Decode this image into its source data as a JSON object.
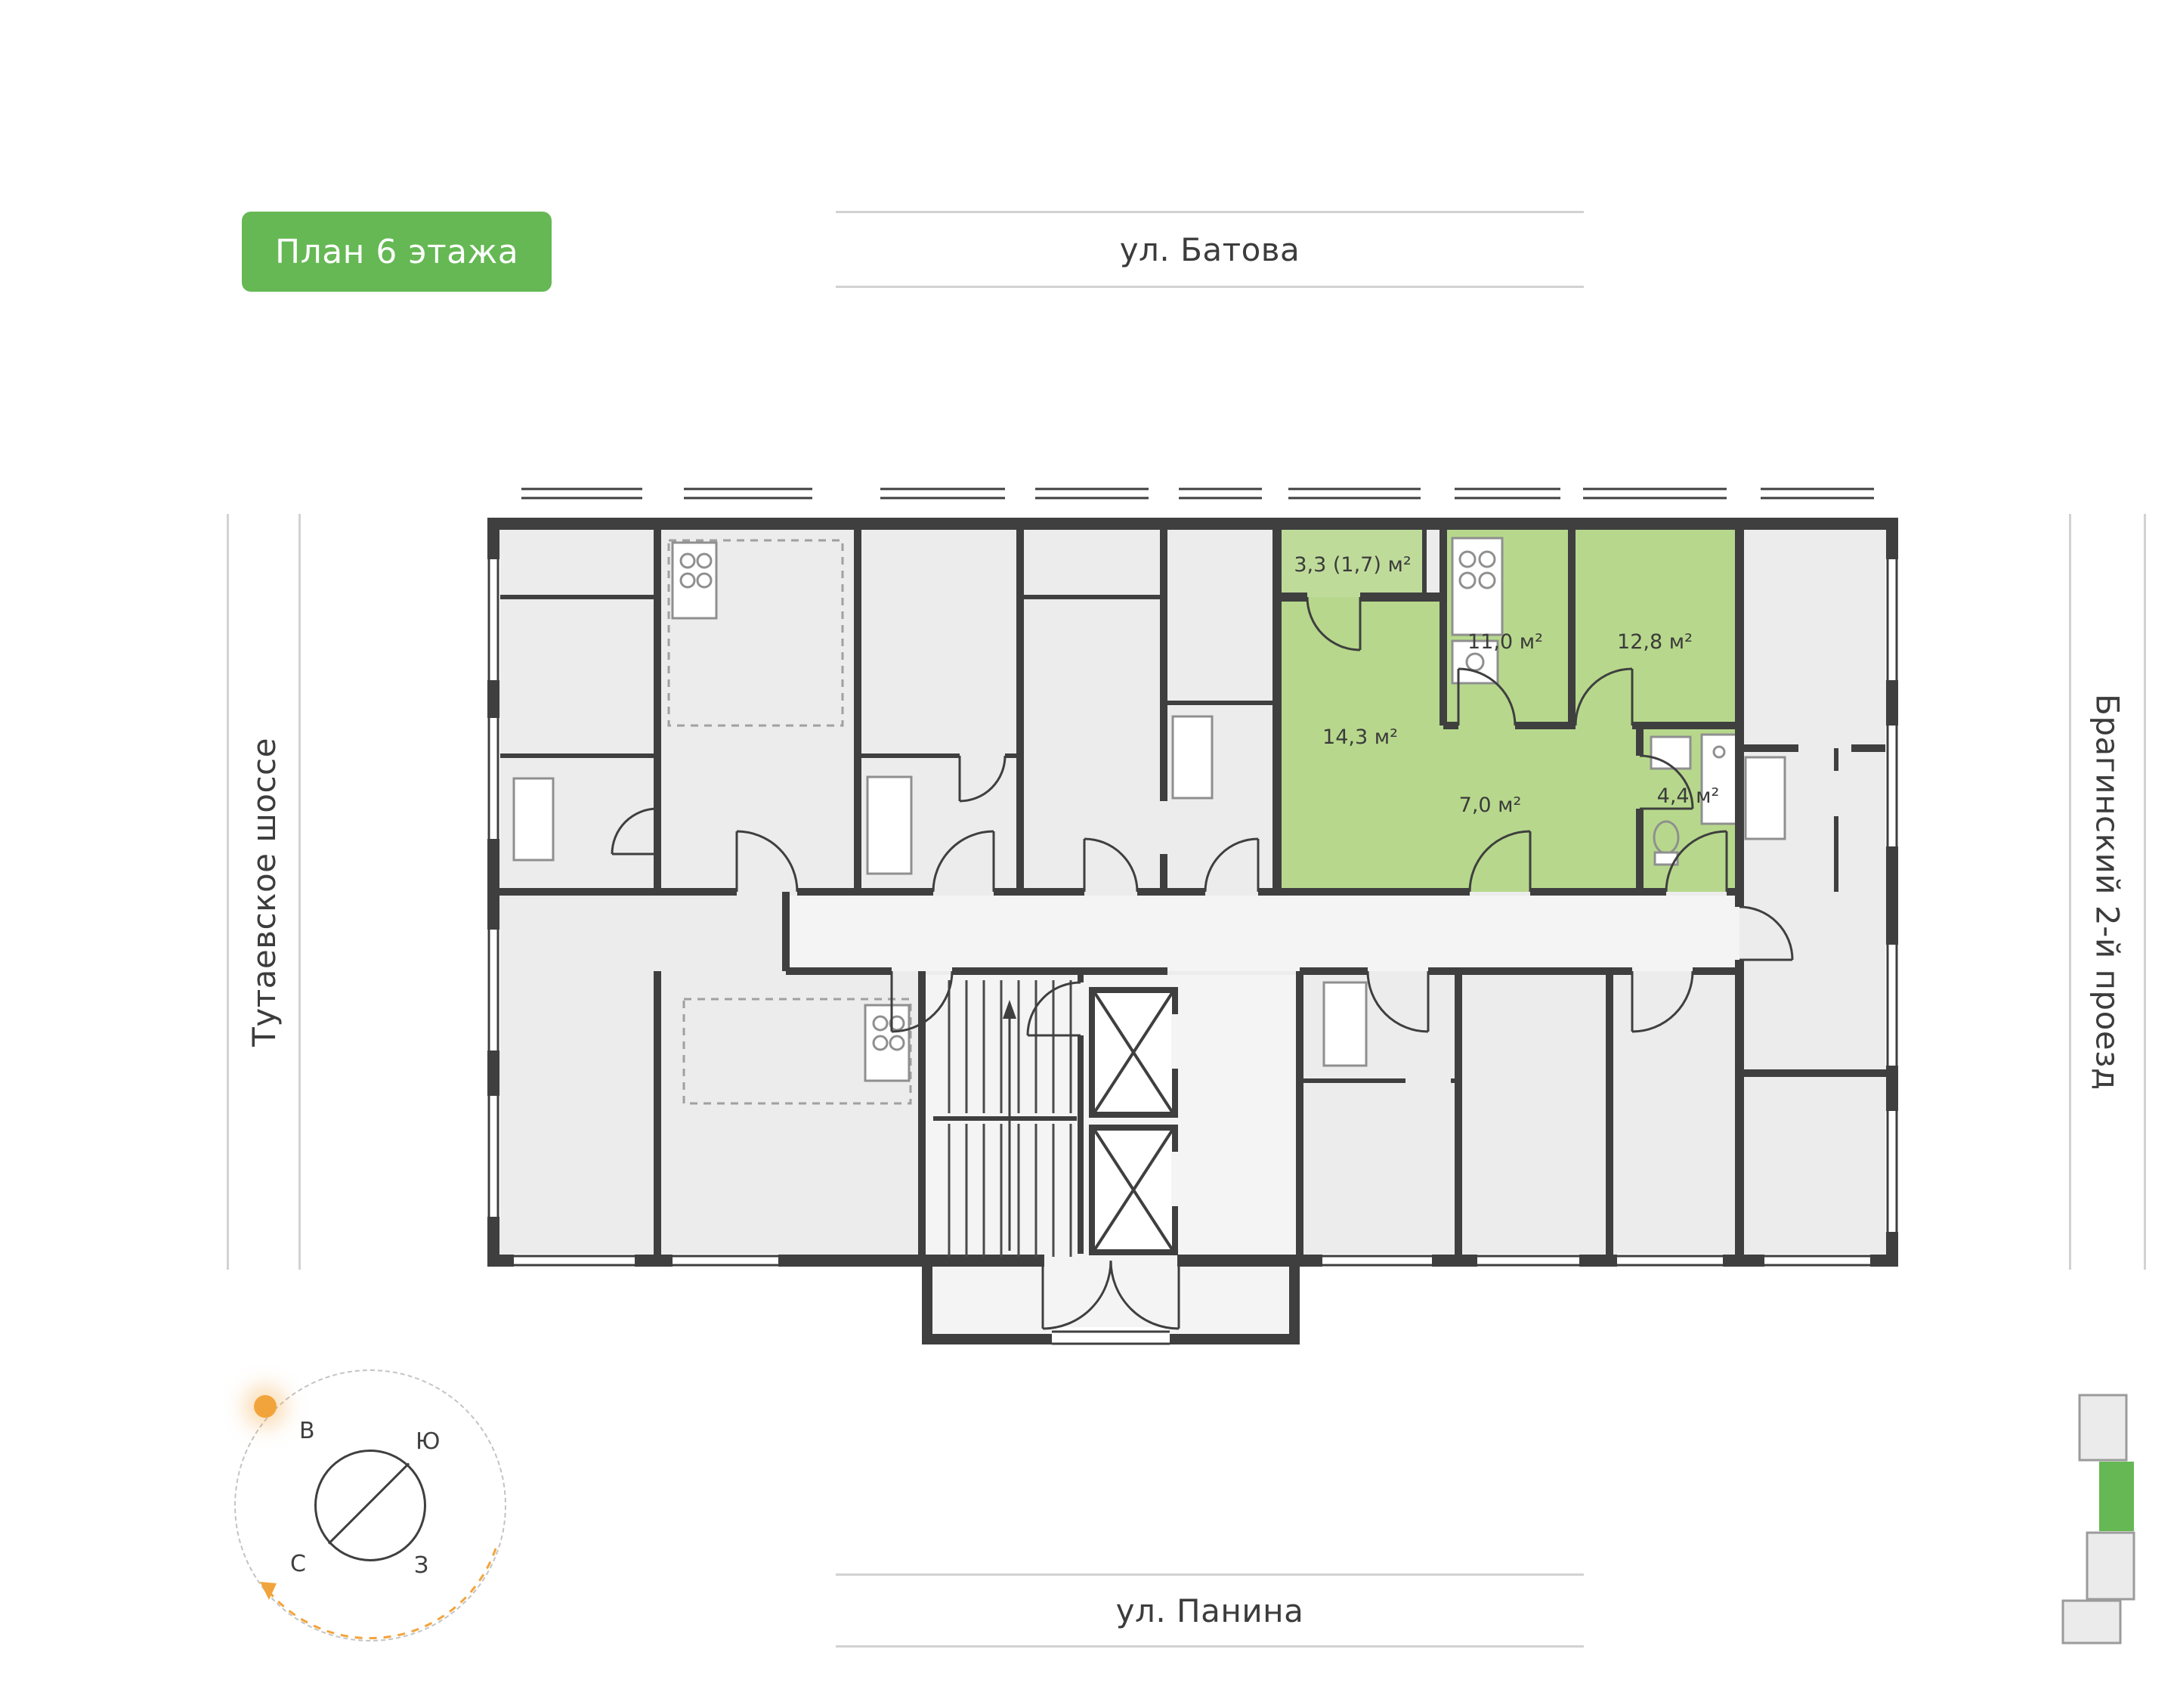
{
  "badge": {
    "label": "План 6 этажа"
  },
  "streets": {
    "top": "ул. Батова",
    "bottom": "ул. Панина",
    "left": "Тутаевское шоссе",
    "right": "Брагинский 2-й проезд"
  },
  "compass": {
    "east": "В",
    "south": "Ю",
    "north": "С",
    "west": "З"
  },
  "apartment": {
    "highlighted": true,
    "rooms": [
      {
        "name": "loggia",
        "area": "3,3 (1,7) м²"
      },
      {
        "name": "kitchen",
        "area": "11,0 м²"
      },
      {
        "name": "bedroom",
        "area": "12,8 м²"
      },
      {
        "name": "living-room",
        "area": "14,3 м²"
      },
      {
        "name": "hallway",
        "area": "7,0 м²"
      },
      {
        "name": "bathroom",
        "area": "4,4 м²"
      }
    ]
  },
  "colors": {
    "accent_green": "#65b854",
    "room_green": "#b7d88c",
    "wall_dark": "#3f3f3f",
    "room_gray": "#ececec",
    "corridor_gray": "#f4f4f4",
    "guide_line": "#d2d2d2",
    "compass_orange": "#f2a43c",
    "minimap_gray": "#ebebeb",
    "minimap_stroke": "#9b9b9b"
  }
}
